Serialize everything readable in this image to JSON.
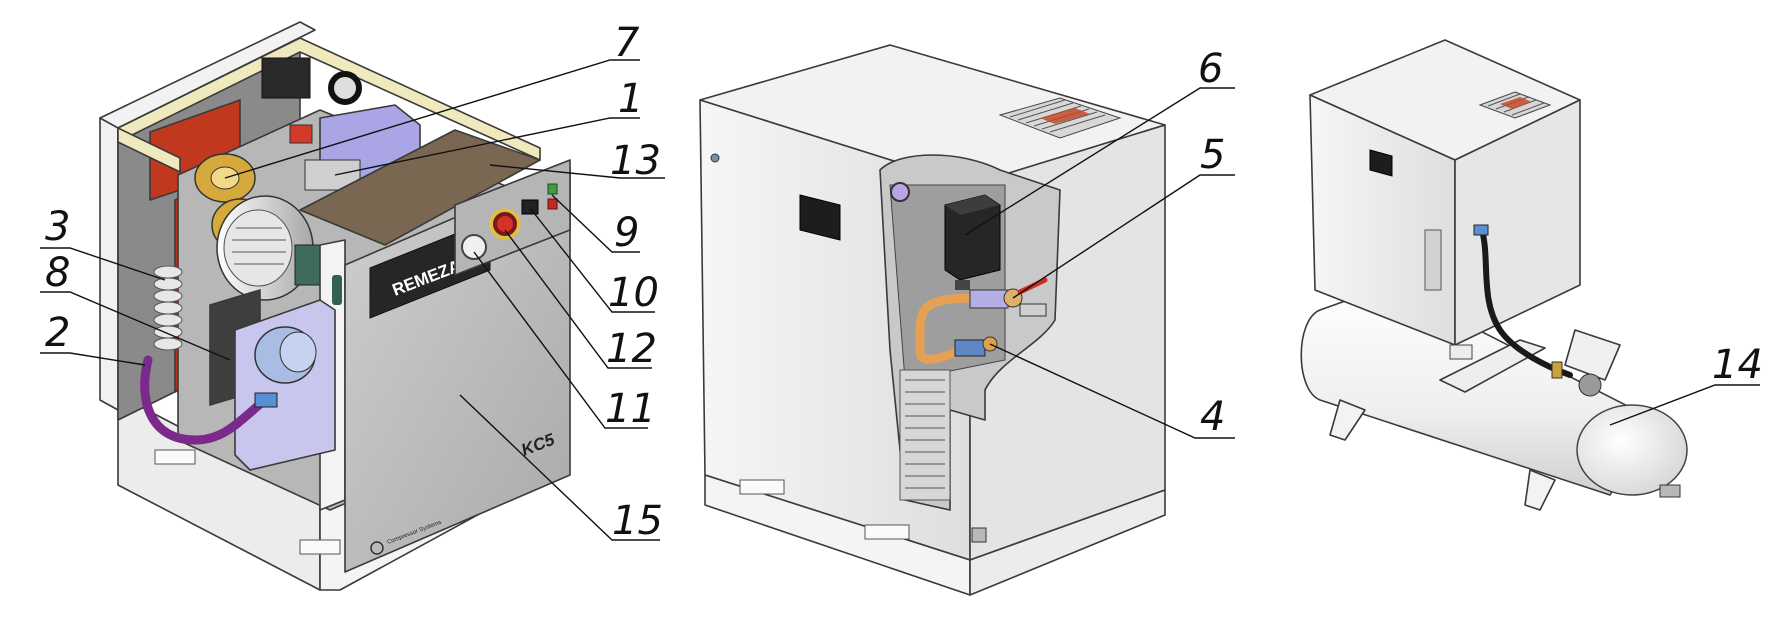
{
  "panel": {
    "brand": "REMEZA",
    "model": "KC5",
    "logo_text": "Compressor Systems"
  },
  "callouts": {
    "c1": "1",
    "c2": "2",
    "c3": "3",
    "c4": "4",
    "c5": "5",
    "c6": "6",
    "c7": "7",
    "c8": "8",
    "c9": "9",
    "c10": "10",
    "c11": "11",
    "c12": "12",
    "c13": "13",
    "c14": "14",
    "c15": "15"
  }
}
